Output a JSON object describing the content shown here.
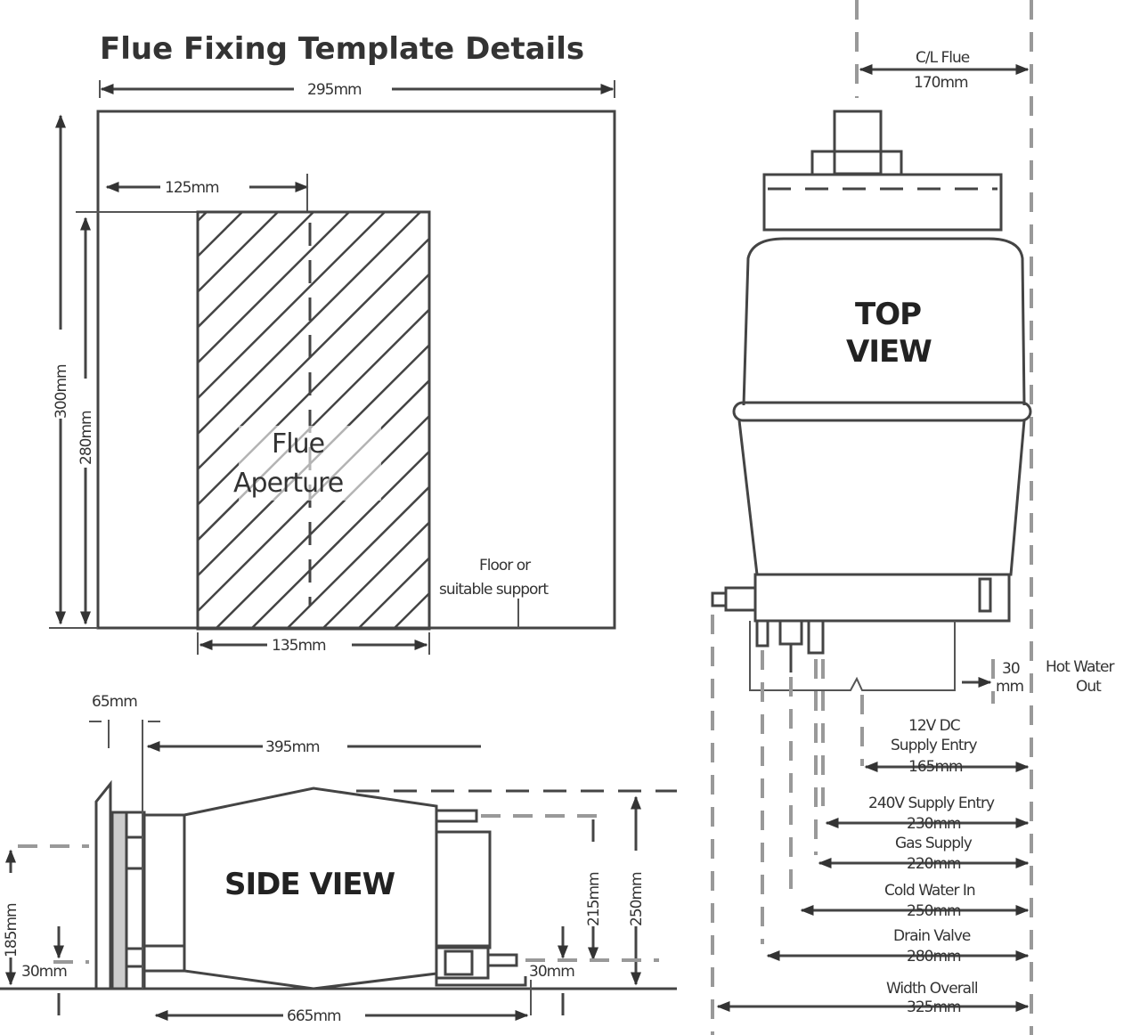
{
  "title": "Flue Fixing Template Details",
  "template": {
    "width": "295mm",
    "height": "300mm",
    "offset": "125mm",
    "aperture_height": "280mm",
    "aperture_width": "135mm",
    "aperture_label_1": "Flue",
    "aperture_label_2": "Aperture",
    "floor_1": "Floor or",
    "floor_2": "suitable support"
  },
  "side_view": {
    "label": "SIDE VIEW",
    "d65": "65mm",
    "d395": "395mm",
    "d185": "185mm",
    "d30": "30mm",
    "d215": "215mm",
    "d250": "250mm",
    "d665": "665mm",
    "d30b": "30mm"
  },
  "top_view": {
    "label_1": "TOP",
    "label_2": "VIEW",
    "cl_flue": "C/L Flue",
    "cl_flue_dim": "170mm",
    "hw_dim_1": "30",
    "hw_dim_2": "mm",
    "hw_1": "Hot Water",
    "hw_2": "Out",
    "dc_1": "12V DC",
    "dc_2": "Supply Entry",
    "dc_dim": "165mm",
    "ac": "240V Supply Entry",
    "ac_dim": "230mm",
    "gas": "Gas Supply",
    "gas_dim": "220mm",
    "cold": "Cold Water In",
    "cold_dim": "250mm",
    "drain": "Drain Valve",
    "drain_dim": "280mm",
    "width": "Width Overall",
    "width_dim": "325mm"
  }
}
